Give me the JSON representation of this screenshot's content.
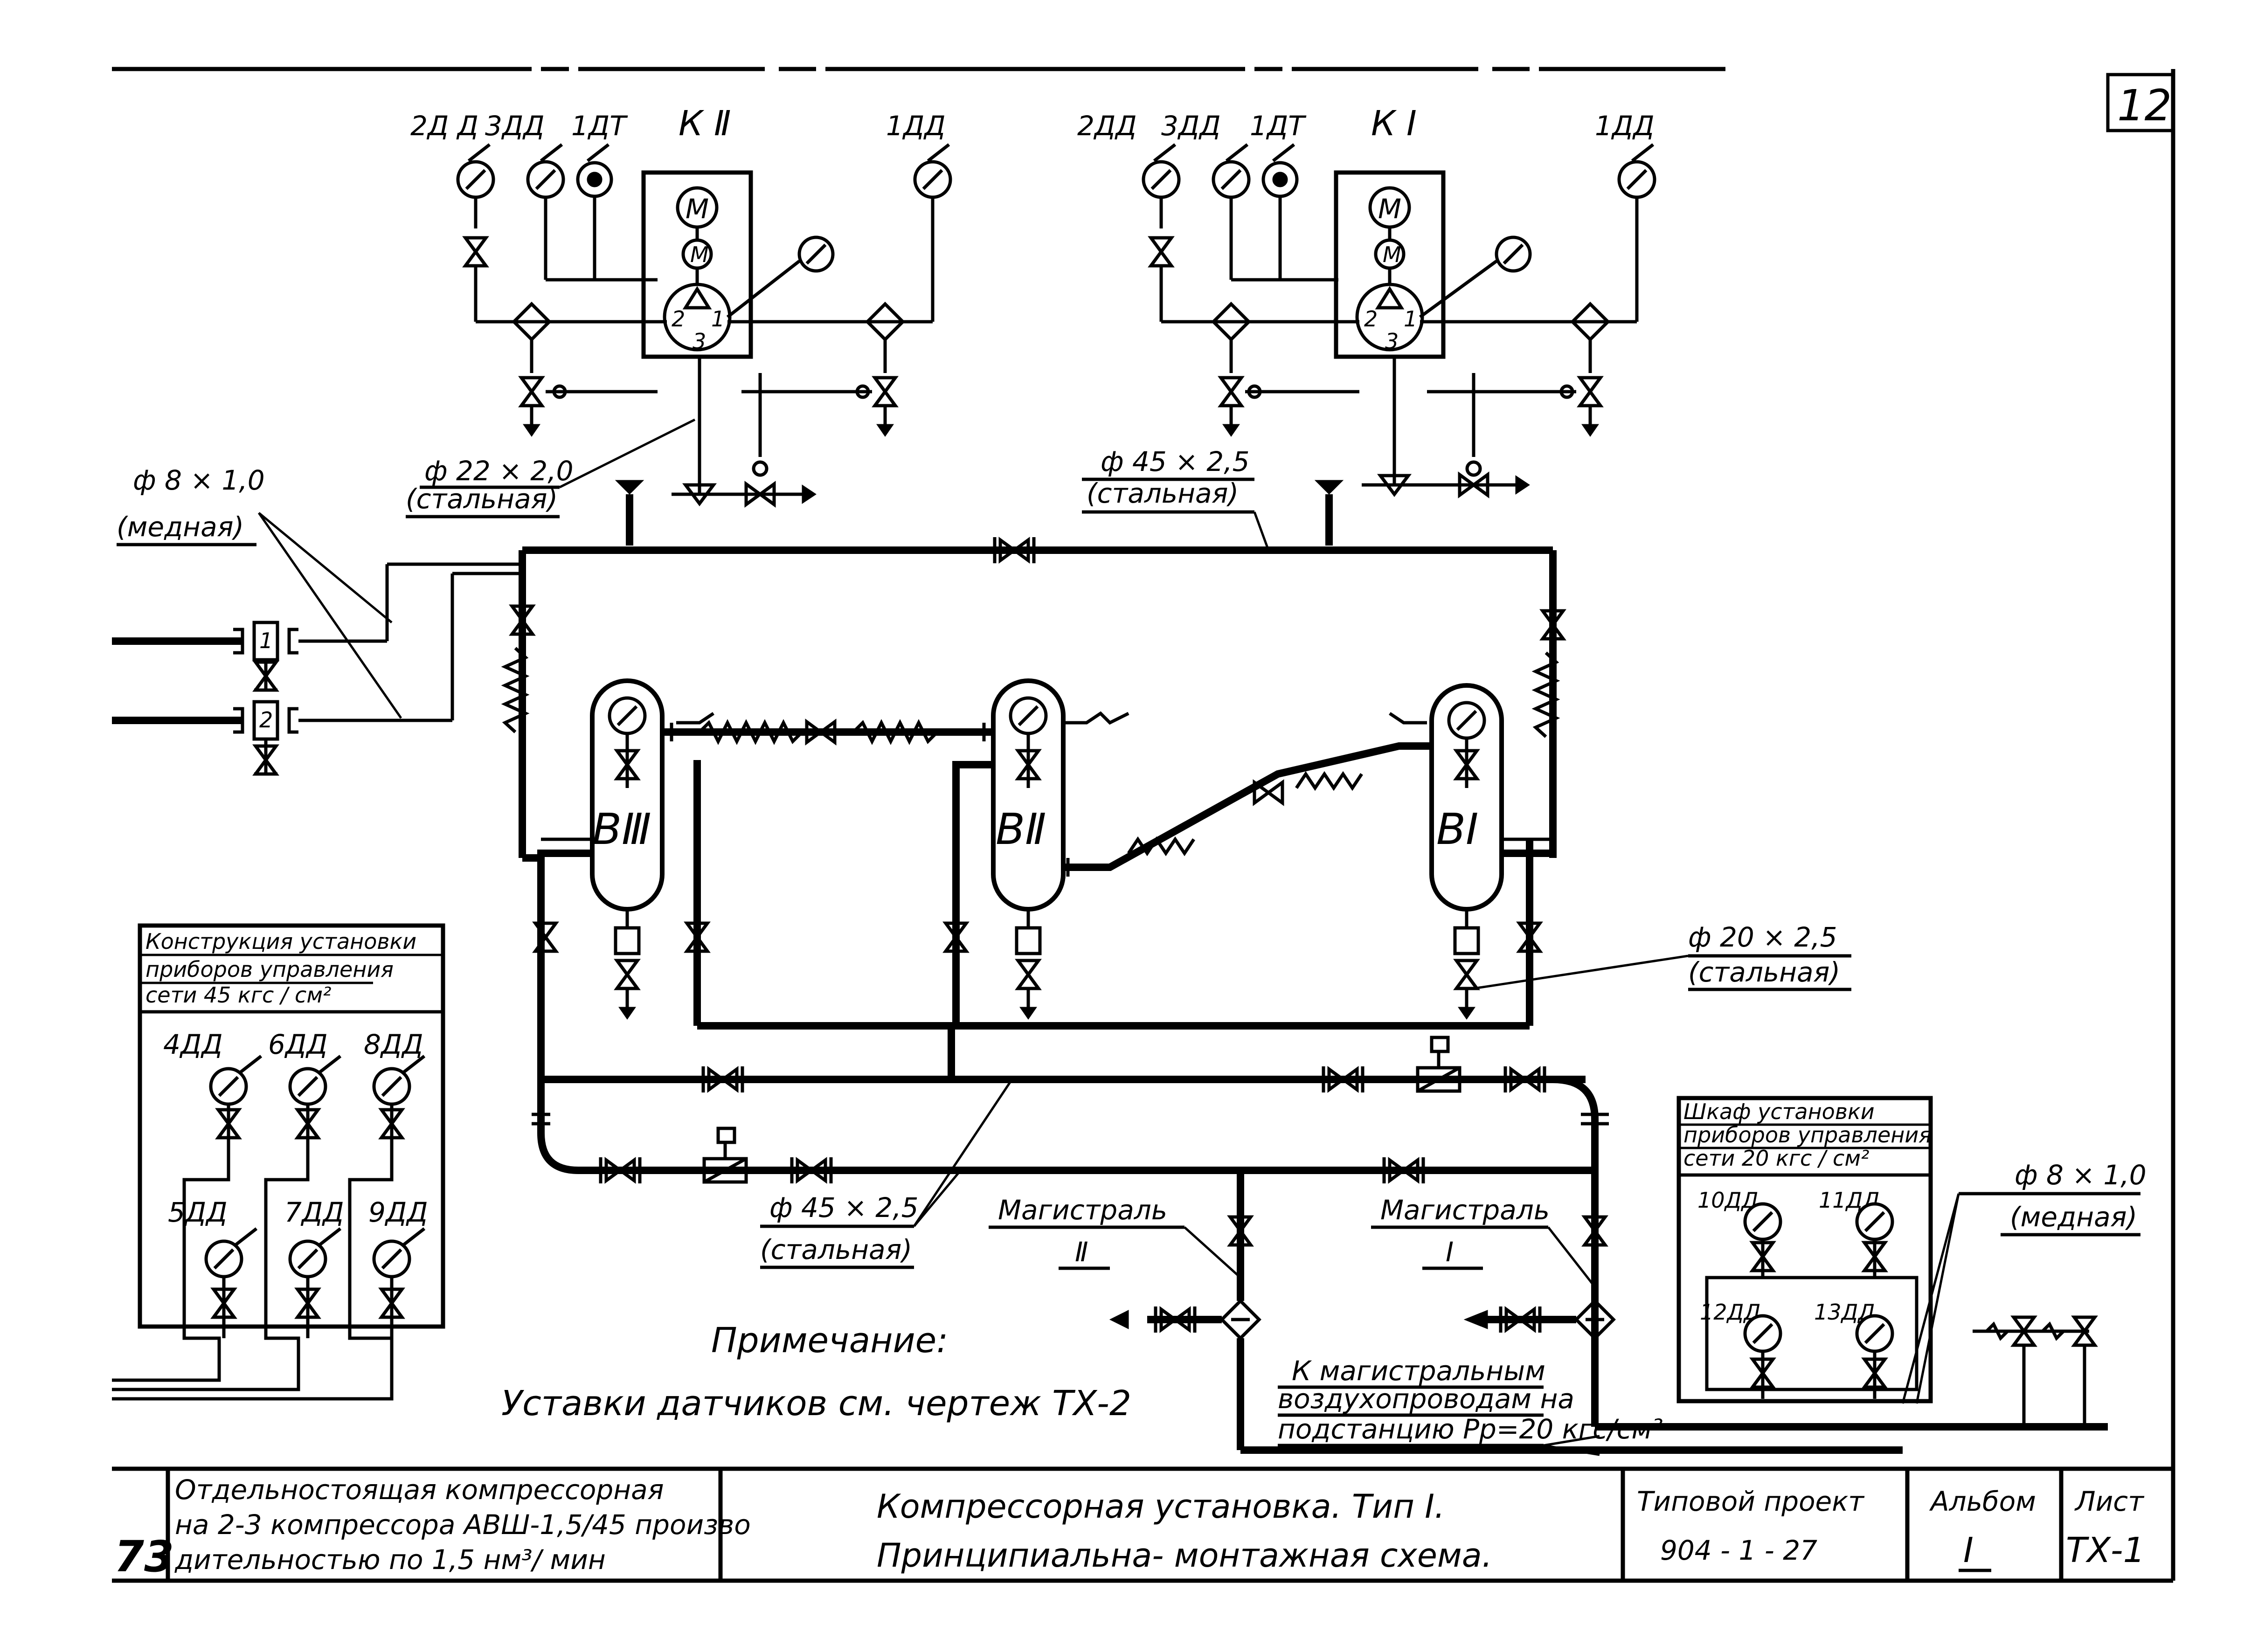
{
  "sheet": {
    "sheet_number": "12",
    "left_code": "73"
  },
  "stations": {
    "k2": {
      "title": "К Ⅱ",
      "gauges": [
        "2Д Д",
        "3ДД",
        "1ДТ",
        "1ДД"
      ],
      "motor": "M",
      "motor_small": "M",
      "ports": [
        "1",
        "2",
        "3"
      ]
    },
    "k1": {
      "title": "К Ⅰ",
      "gauges": [
        "2ДД",
        "3ДД",
        "1ДТ",
        "1ДД"
      ],
      "motor": "M",
      "motor_small": "M",
      "ports": [
        "1",
        "2",
        "3"
      ]
    }
  },
  "pipes": {
    "left_copper": {
      "size": "ф 8 × 1,0",
      "material": "(медная)"
    },
    "k2_steel": {
      "size": "ф 22 × 2,0",
      "material": "(стальная)"
    },
    "k1_steel": {
      "size": "ф 45 × 2,5",
      "material": "(стальная)"
    },
    "right_steel": {
      "size": "ф 20 × 2,5",
      "material": "(стальная)"
    },
    "bottom_steel": {
      "size": "ф 45 × 2,5",
      "material": "(стальная)"
    },
    "right_copper": {
      "size": "ф 8 × 1,0",
      "material": "(медная)"
    }
  },
  "instruments": [
    "1",
    "2"
  ],
  "receivers": [
    "ВⅢ",
    "ВⅡ",
    "ВⅠ"
  ],
  "left_panel": {
    "title_lines": [
      "Конструкция установки",
      "приборов управления",
      "сети   45  кгс / см²"
    ],
    "gauges": [
      "4ДД",
      "6ДД",
      "8ДД",
      "5ДД",
      "7ДД",
      "9ДД"
    ]
  },
  "right_panel": {
    "title_lines": [
      "Шкаф установки",
      "приборов управления",
      "сети  20  кгс / см²"
    ],
    "gauges": [
      "10ДД",
      "11ДД",
      "12ДД",
      "13ДД"
    ]
  },
  "mains": {
    "main2": {
      "label": "Магистраль",
      "number": "Ⅱ"
    },
    "main1": {
      "label": "Магистраль",
      "number": "Ⅰ"
    },
    "destination_lines": [
      "К магистральным",
      "воздухопроводам на",
      "подстанцию  Pр=20 кгс/см²"
    ]
  },
  "note": {
    "heading": "Примечание:",
    "text": "Уставки  датчиков  см. чертеж  ТХ-2"
  },
  "title_block": {
    "description_lines": [
      "Отдельностоящая      компрессорная",
      "на 2-3 компрессора  АВШ-1,5/45  произво",
      "дительностью   по  1,5  нм³/ мин"
    ],
    "title_lines": [
      "Компрессорная   установка.  Тип  Ⅰ.",
      "Принципиальна-   монтажная   схема."
    ],
    "project_label": "Типовой  проект",
    "project_number": "904 - 1 - 27",
    "album_label": "Альбом",
    "album_value": "Ⅰ",
    "sheet_label": "Лист",
    "sheet_value": "ТХ-1"
  }
}
